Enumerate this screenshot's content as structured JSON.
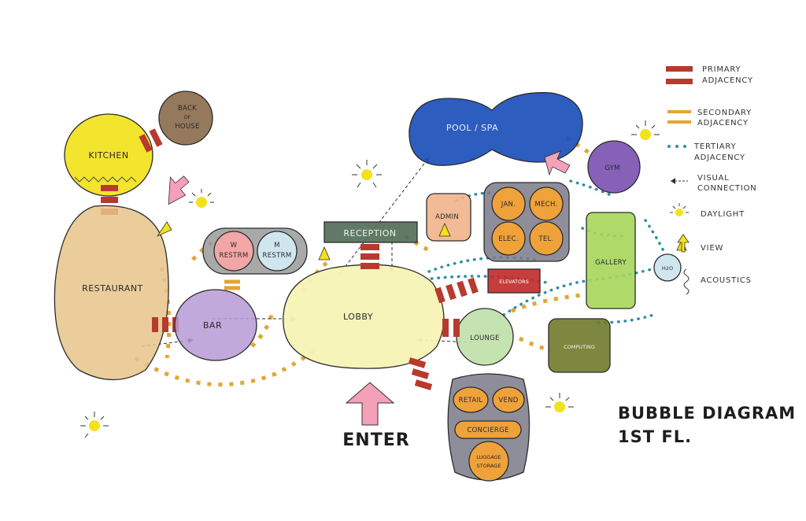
{
  "title": {
    "line1": "BUBBLE DIAGRAM",
    "line2": "1ST FL."
  },
  "entry_label": "ENTER",
  "spaces": {
    "kitchen": "KITCHEN",
    "back_of_house": [
      "BACK",
      "OF",
      "HOUSE"
    ],
    "restaurant": "RESTAURANT",
    "bar": "BAR",
    "w_restroom": [
      "W",
      "RESTRM"
    ],
    "m_restroom": [
      "M",
      "RESTRM"
    ],
    "reception": "RECEPTION",
    "lobby": "LOBBY",
    "pool_spa": "POOL / SPA",
    "admin": "ADMIN",
    "jan": "JAN.",
    "mech": "MECH.",
    "elec": "ELEC.",
    "tel": "TEL.",
    "gym": "GYM",
    "elevators": "ELEVATORS",
    "lounge": "LOUNGE",
    "gallery": "GALLERY",
    "computing": "COMPUTING",
    "h2o": "H2O",
    "retail": "RETAIL",
    "vend": "VEND",
    "concierge": "CONCIERGE",
    "luggage_storage": [
      "LUGGAGE",
      "STORAGE"
    ]
  },
  "legend": {
    "primary": [
      "PRIMARY",
      "ADJACENCY"
    ],
    "secondary": [
      "SECONDARY",
      "ADJACENCY"
    ],
    "tertiary": [
      "TERTIARY",
      "ADJACENCY"
    ],
    "visual": [
      "VISUAL",
      "CONNECTION"
    ],
    "daylight": "DAYLIGHT",
    "view": "VIEW",
    "acoustics": "ACOUSTICS"
  },
  "colors": {
    "primary_adjacency": "#b83a2e",
    "secondary_adjacency": "#e3a534",
    "tertiary_adjacency": "#2e8fa8",
    "daylight": "#f2e21c",
    "view_arrow": "#f4a0b8",
    "kitchen": "#f2e21c",
    "back_of_house": "#8a6a4a",
    "restaurant": "#e8c48a",
    "bar": "#b79ad6",
    "pool_spa": "#1b4fb8",
    "reception": "#4f6b55",
    "admin": "#f2b48a",
    "service_rooms": "#f0a23a",
    "gym": "#7a4fb0",
    "elevators": "#c02828",
    "lounge": "#bfe0a8",
    "gallery": "#a6d65a",
    "computing": "#6f7a2a",
    "h2o": "#cfe6ef",
    "retail_group": "#7a7a88",
    "lobby": "#f6f3b4",
    "restroom_group": "#9a9a9a"
  }
}
